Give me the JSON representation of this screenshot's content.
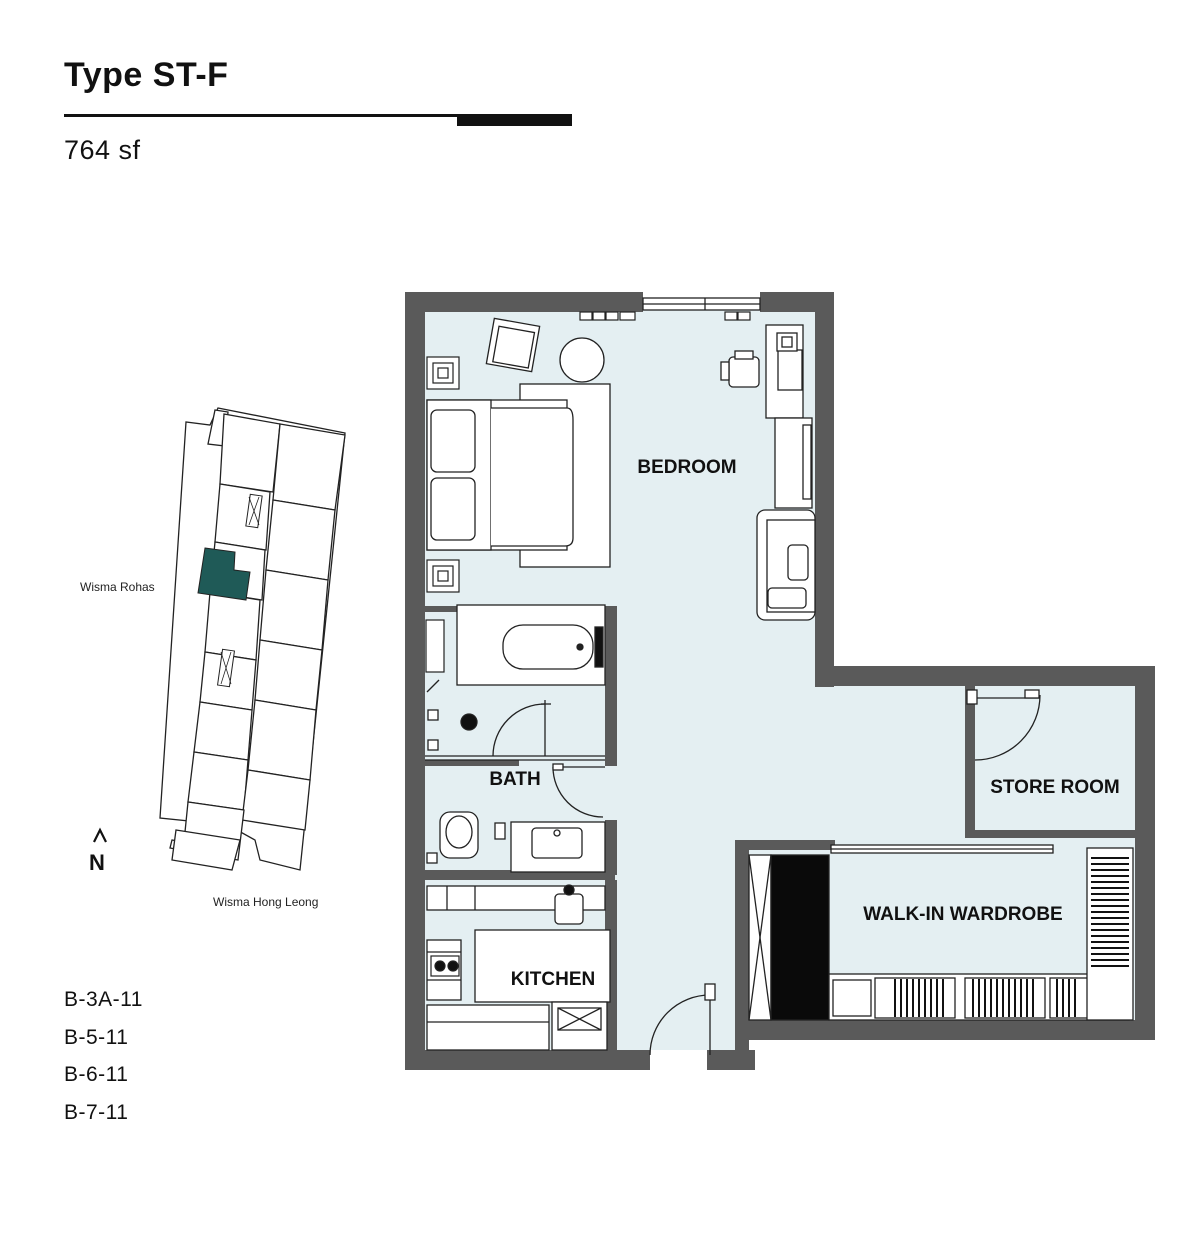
{
  "header": {
    "title": "Type ST-F",
    "area": "764 sf"
  },
  "units": [
    "B-3A-11",
    "B-5-11",
    "B-6-11",
    "B-7-11"
  ],
  "key_plan": {
    "label_west": "Wisma Rohas",
    "label_south": "Wisma Hong Leong",
    "north_label": "N",
    "highlight_color": "#1f5a57"
  },
  "floor_plan": {
    "rooms": {
      "bedroom": "BEDROOM",
      "bath": "BATH",
      "kitchen": "KITCHEN",
      "store_room": "STORE ROOM",
      "walk_in_wardrobe": "WALK-IN WARDROBE"
    },
    "colors": {
      "wall": "#5a5a5a",
      "floor": "#e4eff2",
      "line": "#222222"
    }
  }
}
